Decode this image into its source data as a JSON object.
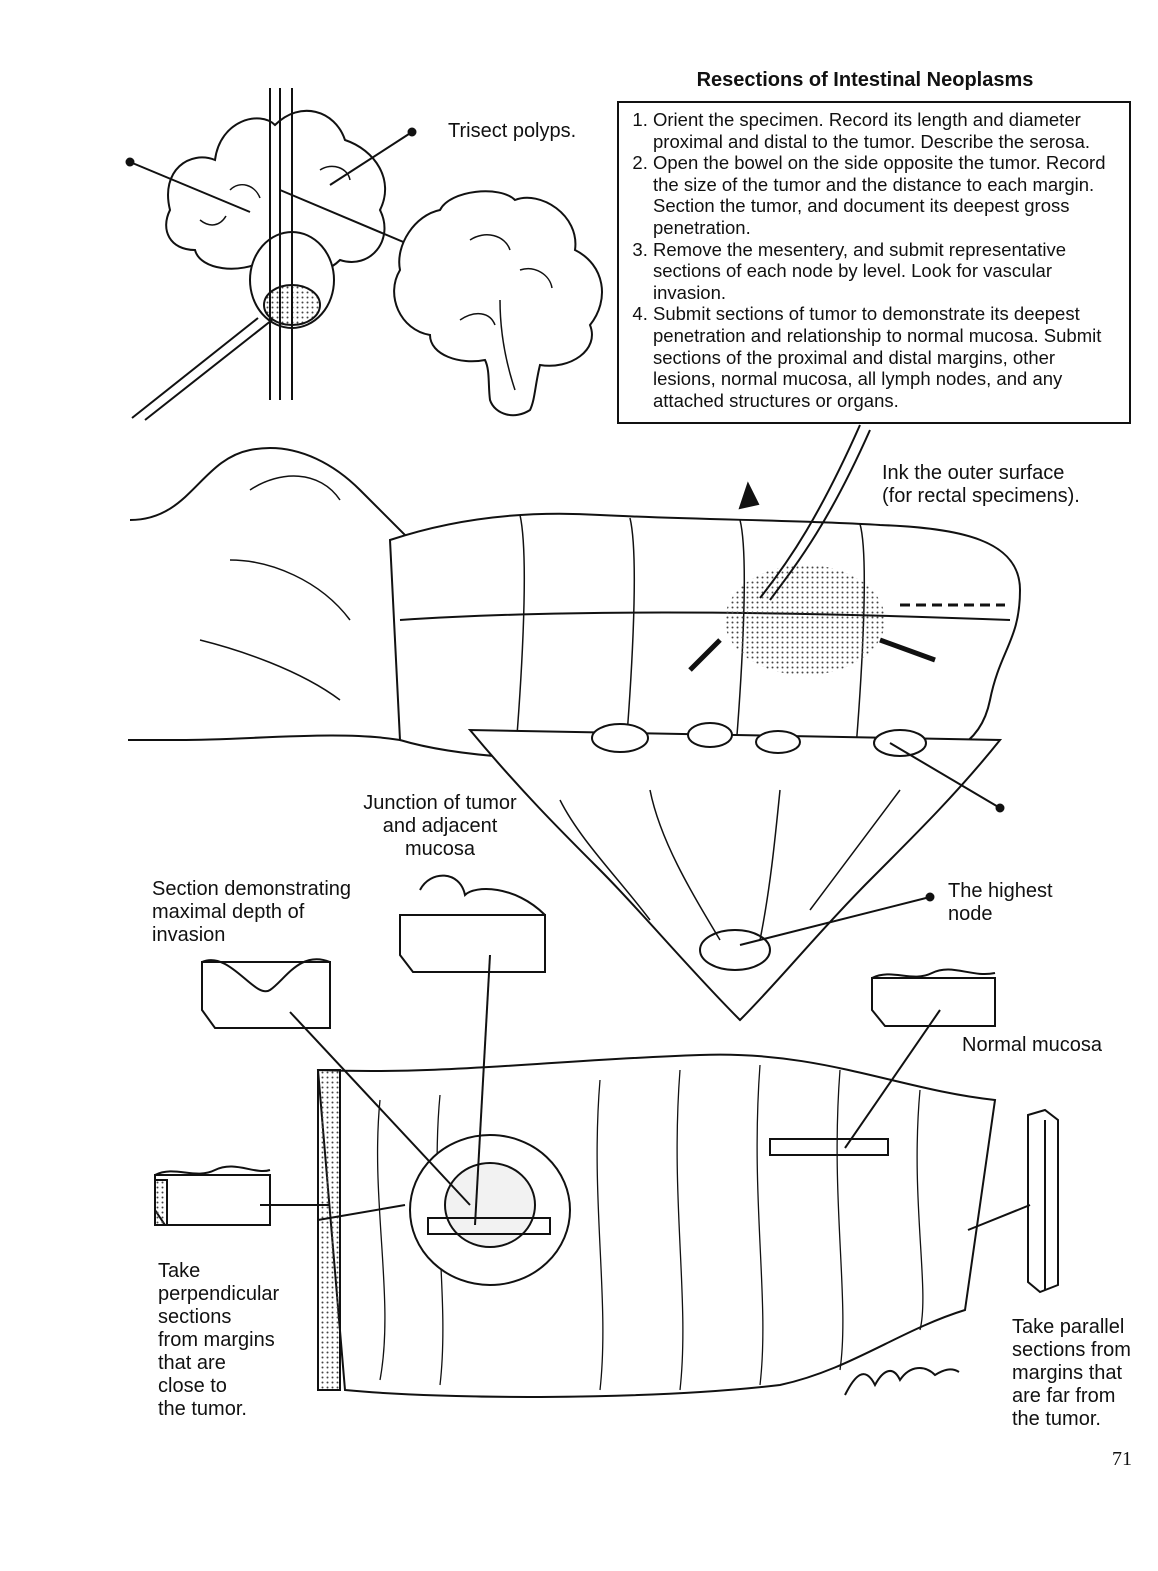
{
  "procedure": {
    "title": "Resections of Intestinal Neoplasms",
    "steps": [
      "Orient the specimen. Record its length and diameter proximal and distal to the tumor. Describe the serosa.",
      "Open the bowel on the side opposite the tumor. Record the size of the tumor and the distance to each margin. Section the tumor, and document its deepest gross penetration.",
      "Remove the mesentery, and submit representative sections of each node by level. Look for vascular invasion.",
      "Submit sections of tumor to demonstrate its deepest penetration and relationship to normal mucosa. Submit sections of the proximal and distal margins, other lesions, normal mucosa, all lymph nodes, and any attached structures or organs."
    ]
  },
  "labels": {
    "trisect": "Trisect polyps.",
    "ink": "Ink the outer surface\n(for rectal specimens).",
    "junction": "Junction of tumor\nand adjacent\nmucosa",
    "max_depth": "Section demonstrating\nmaximal depth of\ninvasion",
    "highest_node": "The highest\nnode",
    "normal_mucosa": "Normal mucosa",
    "perpendicular": "Take\nperpendicular\nsections\nfrom margins\nthat are\nclose to\nthe tumor.",
    "parallel": "Take parallel\nsections from\nmargins that\nare far from\nthe tumor."
  },
  "page_number": "71"
}
